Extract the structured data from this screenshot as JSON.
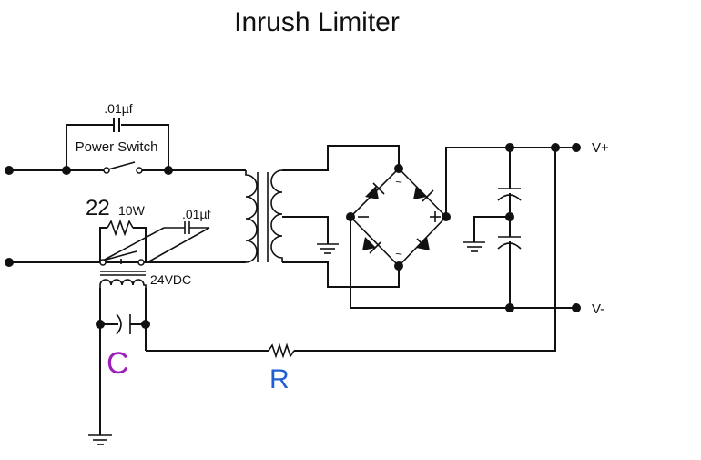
{
  "title": "Inrush Limiter",
  "labels": {
    "bypass_cap": ".01µf",
    "power_switch": "Power Switch",
    "resistor_value": "22",
    "resistor_rating": "10W",
    "relay_cap": ".01µf",
    "relay_coil": "24VDC",
    "v_plus": "V+",
    "v_minus": "V-",
    "cap_c": "C",
    "res_r": "R",
    "bridge_minus": "−",
    "bridge_plus": "+",
    "bridge_ac": "~"
  },
  "colors": {
    "wire": "#111111",
    "cap_c_label": "#9b1fb8",
    "res_r_label": "#1f5fd6"
  }
}
